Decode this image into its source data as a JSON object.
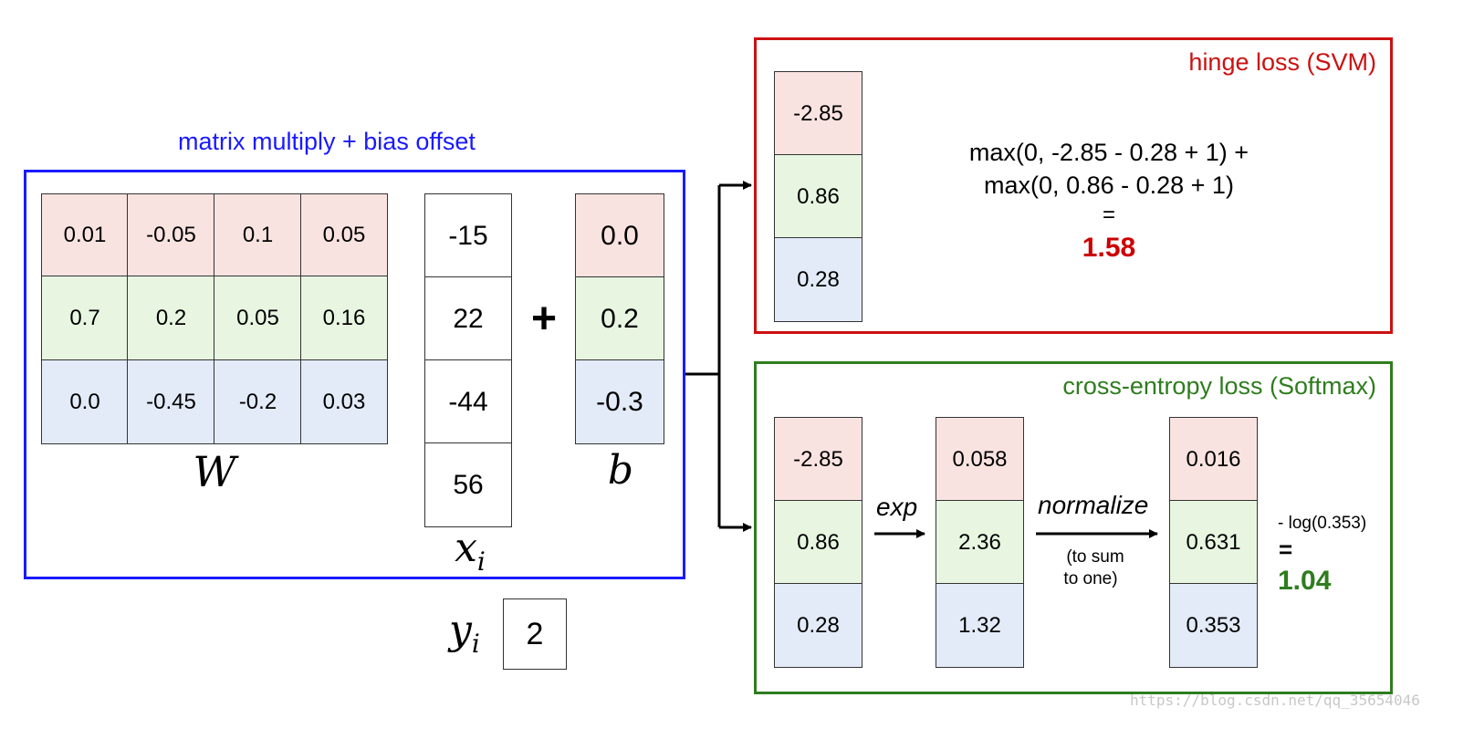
{
  "matrix_section": {
    "title": "matrix multiply + bias offset",
    "W_label": "W",
    "W": [
      [
        "0.01",
        "-0.05",
        "0.1",
        "0.05"
      ],
      [
        "0.7",
        "0.2",
        "0.05",
        "0.16"
      ],
      [
        "0.0",
        "-0.45",
        "-0.2",
        "0.03"
      ]
    ],
    "x_label_base": "x",
    "x_label_sub": "i",
    "x": [
      "-15",
      "22",
      "-44",
      "56"
    ],
    "plus": "+",
    "b_label": "b",
    "b": [
      "0.0",
      "0.2",
      "-0.3"
    ],
    "y_label_base": "y",
    "y_label_sub": "i",
    "y_value": "2"
  },
  "hinge": {
    "title": "hinge loss (SVM)",
    "scores": [
      "-2.85",
      "0.86",
      "0.28"
    ],
    "formula_line1": "max(0, -2.85 - 0.28 + 1) +",
    "formula_line2": "max(0, 0.86 - 0.28 + 1)",
    "equals": "=",
    "result": "1.58"
  },
  "softmax": {
    "title": "cross-entropy loss (Softmax)",
    "scores": [
      "-2.85",
      "0.86",
      "0.28"
    ],
    "exp_label": "exp",
    "exp_values": [
      "0.058",
      "2.36",
      "1.32"
    ],
    "normalize_label": "normalize",
    "normalize_note_line1": "(to sum",
    "normalize_note_line2": "to one)",
    "probs": [
      "0.016",
      "0.631",
      "0.353"
    ],
    "log_text": "- log(0.353)",
    "equals": "=",
    "result": "1.04"
  },
  "watermark": "https://blog.csdn.net/qq_35654046",
  "colors": {
    "matrix_border": "#1a1aff",
    "hinge_border": "#cc1111",
    "softmax_border": "#2e7d1e",
    "hinge_result": "#cc0000",
    "softmax_result": "#2e7d1e",
    "row0": "#f9e3e1",
    "row1": "#e8f6e1",
    "row2": "#e3ebf8"
  }
}
